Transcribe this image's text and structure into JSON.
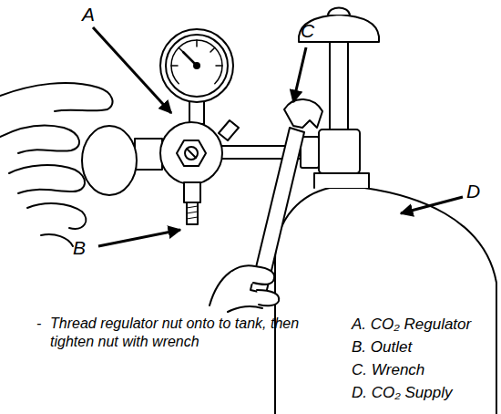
{
  "diagram": {
    "labels": [
      "A",
      "B",
      "C",
      "D",
      "-",
      "Thread regulator nut onto to tank, then tighten nut with wrench",
      "A. CO₂ Regulator",
      "B. Outlet",
      "C. Wrench",
      "D. CO₂ Supply"
    ]
  }
}
